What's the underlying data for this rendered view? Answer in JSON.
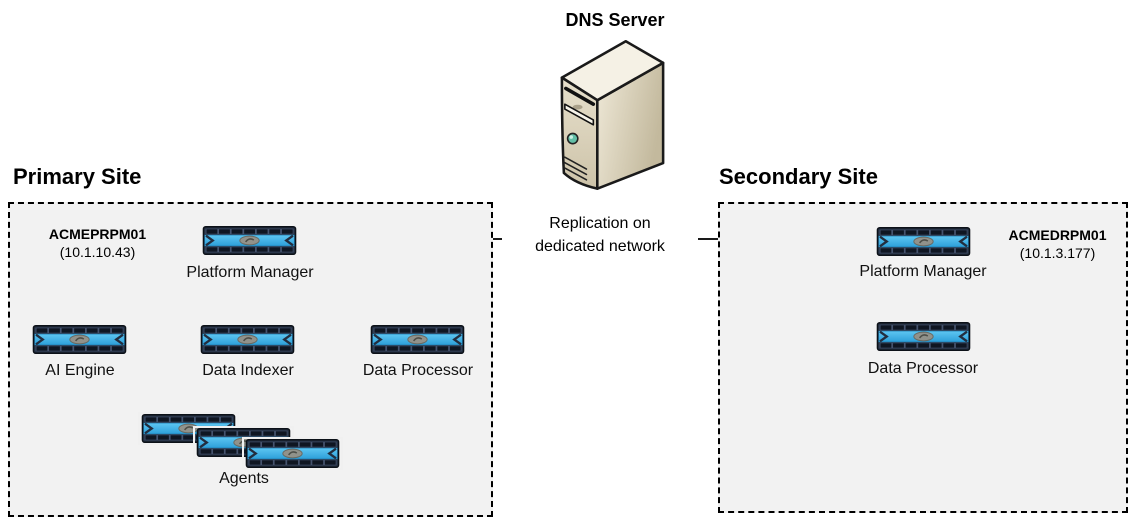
{
  "dns_server": {
    "label": "DNS Server"
  },
  "replication_link": {
    "line1": "Replication on",
    "line2": "dedicated network"
  },
  "primary_site": {
    "title": "Primary Site",
    "host_name": "ACMEPRPM01",
    "host_ip": "(10.1.10.43)",
    "nodes": [
      {
        "id": "platform-manager",
        "label": "Platform Manager"
      },
      {
        "id": "ai-engine",
        "label": "AI Engine"
      },
      {
        "id": "data-indexer",
        "label": "Data Indexer"
      },
      {
        "id": "data-processor",
        "label": "Data Processor"
      },
      {
        "id": "agents",
        "label": "Agents",
        "stack_count": 3
      }
    ]
  },
  "secondary_site": {
    "title": "Secondary Site",
    "host_name": "ACMEDRPM01",
    "host_ip": "(10.1.3.177)",
    "nodes": [
      {
        "id": "platform-manager",
        "label": "Platform Manager"
      },
      {
        "id": "data-processor",
        "label": "Data Processor"
      }
    ]
  },
  "icons": {
    "appliance": "appliance-icon",
    "dns": "server-tower-icon"
  },
  "colors": {
    "site_box_background": "#f2f2f2",
    "site_box_border": "#000000",
    "appliance_blue": "#41b2e8",
    "appliance_dark": "#232e3f",
    "appliance_oval": "#91928b",
    "tower_beige": "#d9d0b9",
    "tower_button_teal": "#63bfa7",
    "arrow": "#1a1a1a",
    "text": "#000000"
  }
}
